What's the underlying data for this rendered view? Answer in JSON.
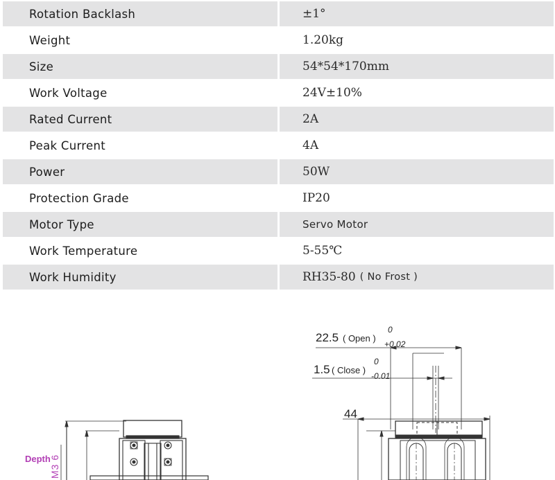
{
  "specs": [
    {
      "label": "Rotation Backlash",
      "value": "±1°",
      "shaded": true
    },
    {
      "label": "Weight",
      "value": "1.20kg",
      "shaded": false
    },
    {
      "label": "Size",
      "value": "54*54*170mm",
      "shaded": true
    },
    {
      "label": "Work Voltage",
      "value": "24V±10%",
      "shaded": false
    },
    {
      "label": "Rated Current",
      "value": "2A",
      "shaded": true
    },
    {
      "label": "Peak Current",
      "value": "4A",
      "shaded": false
    },
    {
      "label": "Power",
      "value": "50W",
      "shaded": true
    },
    {
      "label": "Protection Grade",
      "value": "IP20",
      "shaded": false
    },
    {
      "label": "Motor Type",
      "value": "Servo Motor",
      "shaded": true,
      "sans": true
    },
    {
      "label": "Work Temperature",
      "value": "5-55℃",
      "shaded": false
    },
    {
      "label": "Work Humidity",
      "value": "RH35-80",
      "note": "( No Frost )",
      "shaded": true
    }
  ],
  "drawing": {
    "depth_label": "Depth",
    "thread_label": "M3 6",
    "open_dim": {
      "value": "22.5",
      "note": "( Open )",
      "tol_upper": "0",
      "tol_lower": "+0.02"
    },
    "close_dim": {
      "value": "1.5",
      "note": "( Close )",
      "tol_upper": "0",
      "tol_lower": "-0.01"
    },
    "width_dim": "44",
    "colors": {
      "depth": "#b23fb5",
      "lines": "#333333"
    }
  }
}
